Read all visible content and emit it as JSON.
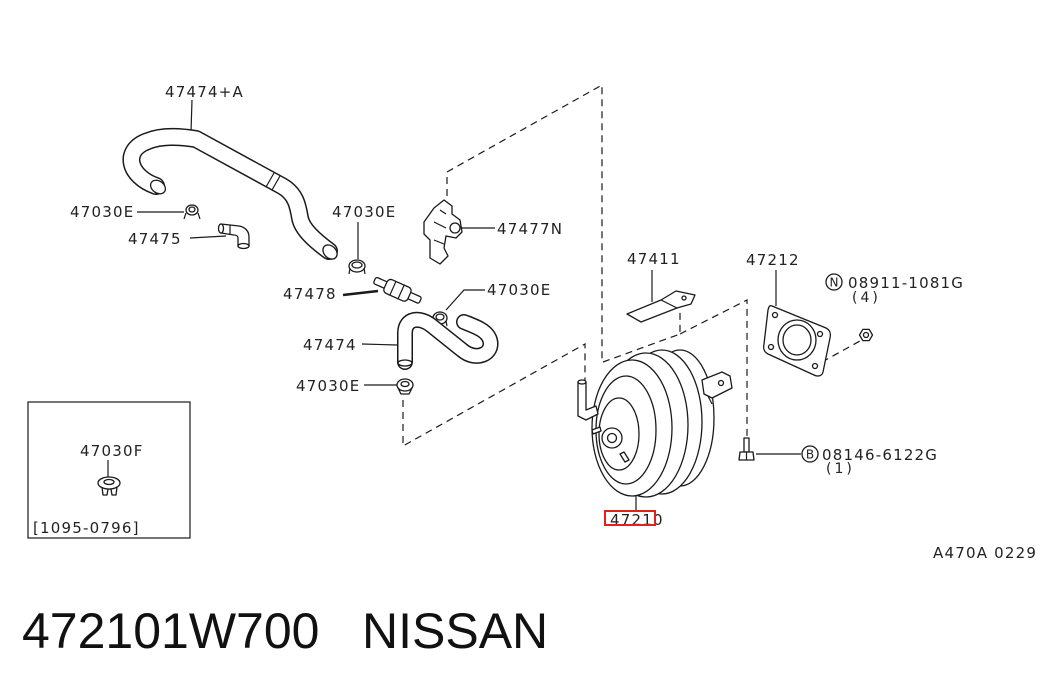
{
  "diagram": {
    "callouts": {
      "hose_upper": "47474+A",
      "clamp_upper_left": "47030E",
      "connector": "47475",
      "clamp_upper_mid": "47030E",
      "bracket_clip": "47477N",
      "check_valve": "47478",
      "clamp_mid_right": "47030E",
      "hose_lower": "47474",
      "clamp_lower": "47030E",
      "bracket": "47411",
      "gasket": "47212",
      "booster": "47210"
    },
    "nut": {
      "symbol": "N",
      "part": "08911-1081G",
      "qty": "(4)"
    },
    "bolt": {
      "symbol": "B",
      "part": "08146-6122G",
      "qty": "(1)"
    },
    "inset": {
      "part": "47030F",
      "date_range": "[1095-0796]"
    },
    "reference_code": "A470A 0229",
    "icons": {
      "hose_upper": "hose-upper-icon",
      "clamp": "clamp-icon",
      "connector": "elbow-connector-icon",
      "bracket_clip": "bracket-clip-icon",
      "check_valve": "check-valve-icon",
      "hose_lower": "hose-lower-icon",
      "bracket": "bracket-icon",
      "gasket": "gasket-icon",
      "nut": "nut-icon",
      "booster": "brake-booster-icon",
      "bolt": "bolt-icon",
      "inset_clip": "clip-icon"
    }
  },
  "title": {
    "part_number": "472101W700",
    "brand": "NISSAN"
  },
  "colors": {
    "line": "#1a1a1a",
    "highlight": "#e0211d",
    "background": "#ffffff"
  }
}
